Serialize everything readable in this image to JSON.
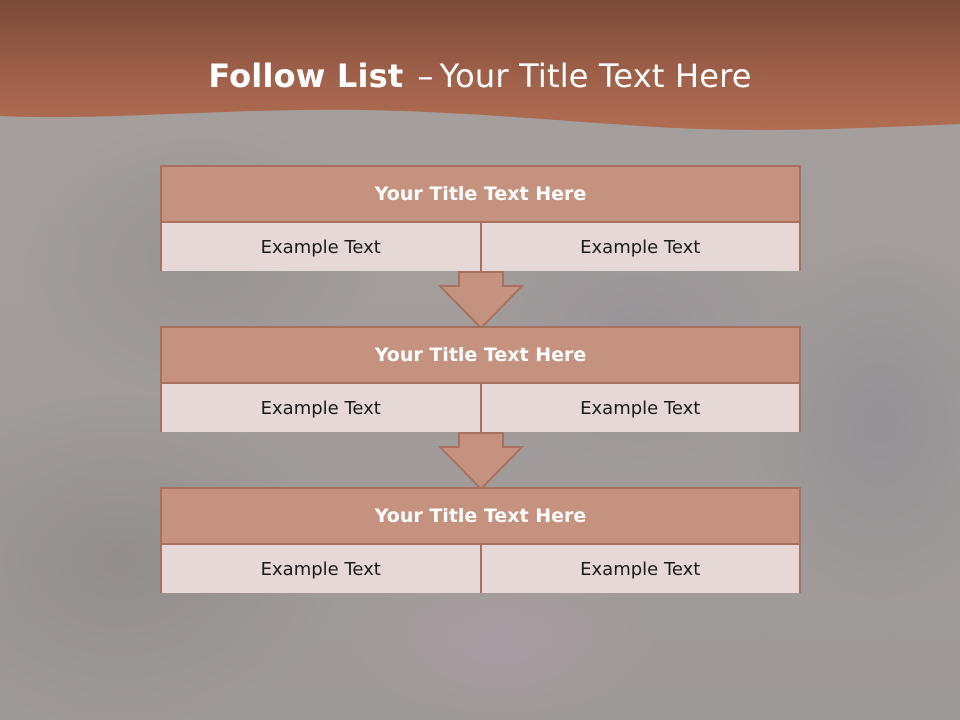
{
  "slide": {
    "title_bold": "Follow List",
    "title_dash": "–",
    "title_rest": "Your Title Text Here"
  },
  "colors": {
    "header_band": "#a0614a",
    "block_head": "#c4927f",
    "block_cell": "#e5d8d6",
    "block_border": "#a9705e",
    "arrow_fill": "#c4927f"
  },
  "blocks": [
    {
      "title": "Your Title Text Here",
      "left_text": "Example Text",
      "right_text": "Example Text"
    },
    {
      "title": "Your Title Text Here",
      "left_text": "Example Text",
      "right_text": "Example Text"
    },
    {
      "title": "Your Title Text Here",
      "left_text": "Example Text",
      "right_text": "Example Text"
    }
  ],
  "icons": [
    "down-arrow-icon",
    "down-arrow-icon"
  ]
}
